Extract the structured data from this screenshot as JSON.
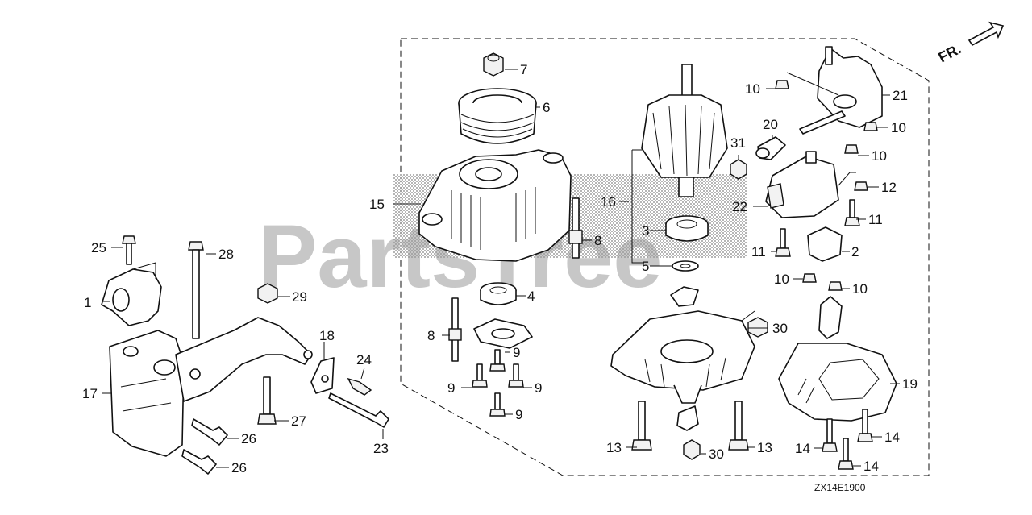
{
  "watermark": "PartsTree",
  "direction_label": "FR.",
  "diagram_code": "ZX14E1900",
  "callouts": [
    {
      "id": "c1",
      "label": "1"
    },
    {
      "id": "c2",
      "label": "2"
    },
    {
      "id": "c3",
      "label": "3"
    },
    {
      "id": "c4",
      "label": "4"
    },
    {
      "id": "c5",
      "label": "5"
    },
    {
      "id": "c6",
      "label": "6"
    },
    {
      "id": "c7",
      "label": "7"
    },
    {
      "id": "c8a",
      "label": "8"
    },
    {
      "id": "c8b",
      "label": "8"
    },
    {
      "id": "c9a",
      "label": "9"
    },
    {
      "id": "c9b",
      "label": "9"
    },
    {
      "id": "c9c",
      "label": "9"
    },
    {
      "id": "c9d",
      "label": "9"
    },
    {
      "id": "c10a",
      "label": "10"
    },
    {
      "id": "c10b",
      "label": "10"
    },
    {
      "id": "c10c",
      "label": "10"
    },
    {
      "id": "c10d",
      "label": "10"
    },
    {
      "id": "c10e",
      "label": "10"
    },
    {
      "id": "c11a",
      "label": "11"
    },
    {
      "id": "c11b",
      "label": "11"
    },
    {
      "id": "c12",
      "label": "12"
    },
    {
      "id": "c13a",
      "label": "13"
    },
    {
      "id": "c13b",
      "label": "13"
    },
    {
      "id": "c14a",
      "label": "14"
    },
    {
      "id": "c14b",
      "label": "14"
    },
    {
      "id": "c14c",
      "label": "14"
    },
    {
      "id": "c15",
      "label": "15"
    },
    {
      "id": "c16",
      "label": "16"
    },
    {
      "id": "c17",
      "label": "17"
    },
    {
      "id": "c18",
      "label": "18"
    },
    {
      "id": "c19",
      "label": "19"
    },
    {
      "id": "c20",
      "label": "20"
    },
    {
      "id": "c21",
      "label": "21"
    },
    {
      "id": "c22",
      "label": "22"
    },
    {
      "id": "c23",
      "label": "23"
    },
    {
      "id": "c24",
      "label": "24"
    },
    {
      "id": "c25",
      "label": "25"
    },
    {
      "id": "c26a",
      "label": "26"
    },
    {
      "id": "c26b",
      "label": "26"
    },
    {
      "id": "c27",
      "label": "27"
    },
    {
      "id": "c28",
      "label": "28"
    },
    {
      "id": "c29",
      "label": "29"
    },
    {
      "id": "c30a",
      "label": "30"
    },
    {
      "id": "c30b",
      "label": "30"
    },
    {
      "id": "c31",
      "label": "31"
    }
  ]
}
